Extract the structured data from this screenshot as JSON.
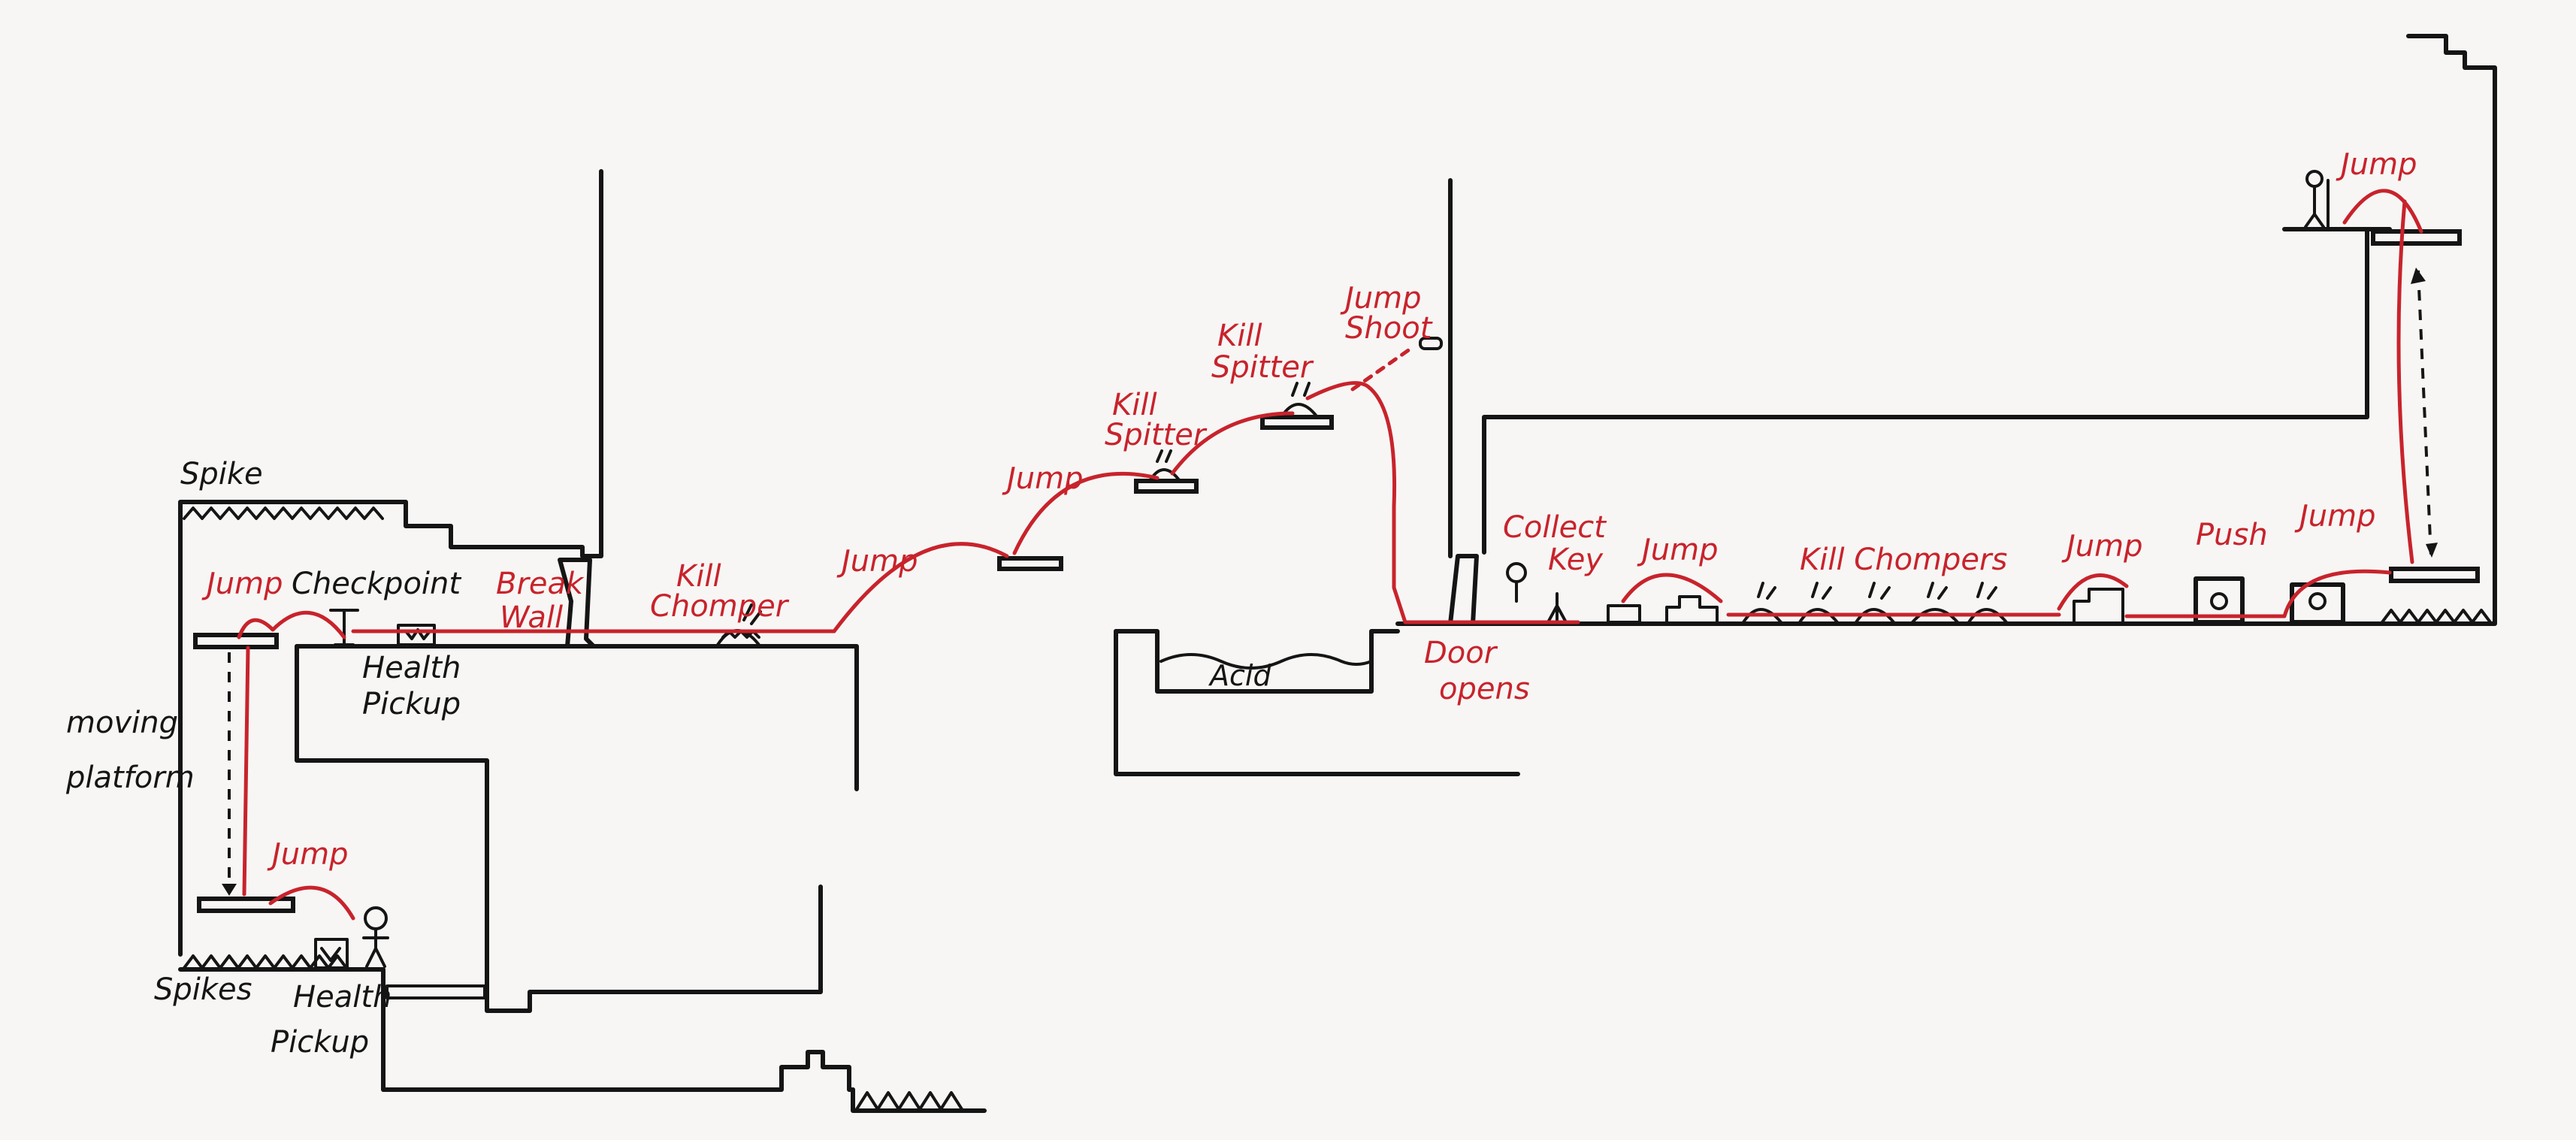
{
  "labels": {
    "spike_top": "Spike",
    "spikes_bottom": "Spikes",
    "moving_platform_1": "moving",
    "moving_platform_2": "platform",
    "health_pickup_top_1": "Health",
    "health_pickup_top_2": "Pickup",
    "health_pickup_bottom_1": "Health",
    "health_pickup_bottom_2": "Pickup",
    "checkpoint": "Checkpoint",
    "acid": "Acid"
  },
  "actions": {
    "jump_left_low": "Jump",
    "jump_left_top": "Jump",
    "break_wall_1": "Break",
    "break_wall_2": "Wall",
    "kill_chomper_1": "Kill",
    "kill_chomper_2": "Chomper",
    "jump_1": "Jump",
    "jump_2": "Jump",
    "kill_spitter_a_1": "Kill",
    "kill_spitter_a_2": "Spitter",
    "kill_spitter_b_1": "Kill",
    "kill_spitter_b_2": "Spitter",
    "jump_shoot_1": "Jump",
    "jump_shoot_2": "Shoot",
    "door_opens_1": "Door",
    "door_opens_2": "opens",
    "collect_key_1": "Collect",
    "collect_key_2": "Key",
    "jump_3": "Jump",
    "kill_chompers": "Kill Chompers",
    "jump_4": "Jump",
    "push": "Push",
    "jump_5": "Jump",
    "jump_top_right": "Jump"
  },
  "colors": {
    "ink": "#151515",
    "path_red": "#c8232c",
    "paper": "#f7f6f4"
  }
}
